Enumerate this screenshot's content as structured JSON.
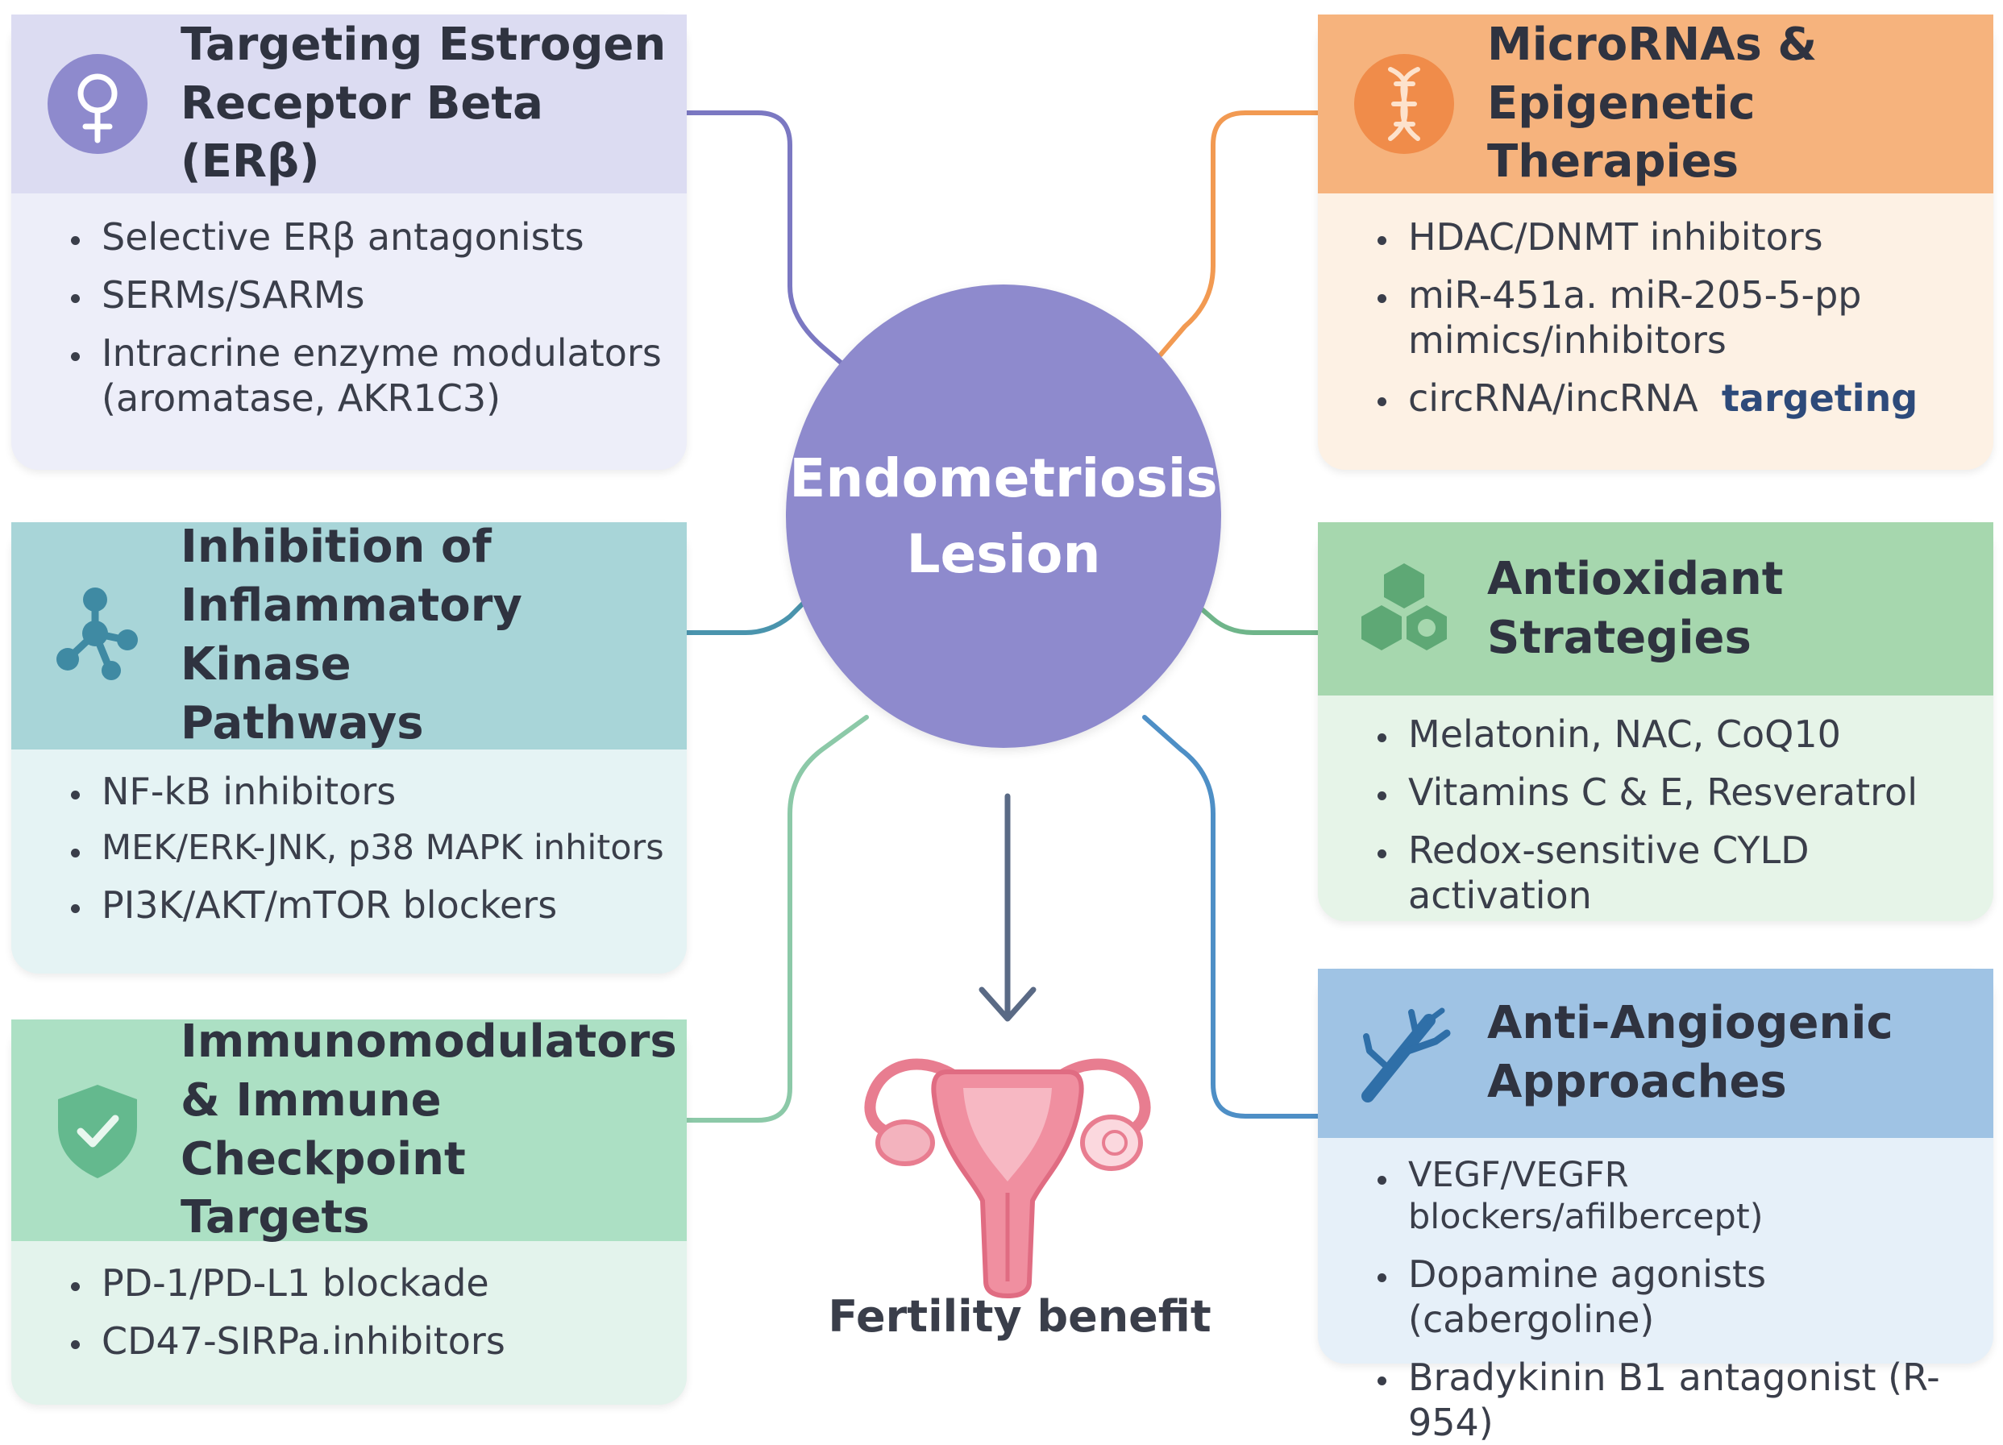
{
  "center": {
    "title": "Endometriosis\nLesion"
  },
  "outcome": {
    "label": "Fertility benefit",
    "icon": "uterus-icon"
  },
  "cards": {
    "estrogen_receptor": {
      "title": "Targeting Estrogen\nReceptor Beta (ERβ)",
      "icon": "female-symbol-icon",
      "items": [
        "Selective ERβ antagonists",
        "SERMs/SARMs",
        "Intracrine enzyme modulators\n(aromatase, AKR1C3)"
      ]
    },
    "micrornas": {
      "title": "MicroRNAs &\nEpigenetic Therapies",
      "icon": "dna-helix-icon",
      "items": [
        "HDAC/DNMT inhibitors",
        "miR-451a. miR-205-5-pp\nmimics/inhibitors",
        "circRNA/incRNA"
      ],
      "last_item_accent": "targeting"
    },
    "kinase": {
      "title": "Inhibition of\nInflammatory Kinase\nPathways",
      "icon": "molecule-network-icon",
      "items": [
        "NF-kB inhibitors",
        "MEK/ERK-JNK, p38 MAPK inhitors",
        "PI3K/AKT/mTOR blockers"
      ]
    },
    "antioxidant": {
      "title": "Antioxidant\nStrategies",
      "icon": "hexagon-cluster-icon",
      "items": [
        "Melatonin, NAC, CoQ10",
        "Vitamins C & E, Resveratrol",
        "Redox-sensitive CYLD activation"
      ]
    },
    "immuno": {
      "title": "Immunomodulators\n& Immune Checkpoint\nTargets",
      "icon": "shield-check-icon",
      "items": [
        "PD-1/PD-L1 blockade",
        "CD47-SIRPa.inhibitors"
      ]
    },
    "angiogenic": {
      "title": "Anti-Angiogenic\nApproaches",
      "icon": "blood-vessel-icon",
      "items": [
        "VEGF/VEGFR blockers/afilbercept)",
        "Dopamine agonists (cabergoline)",
        "Bradykinin B1 antagonist (R-954)"
      ]
    }
  },
  "colors": {
    "hub": "#8e8acd",
    "estrogen_receptor": "#7b78c2",
    "micrornas": "#f29a52",
    "kinase": "#4a94ad",
    "antioxidant": "#6fb58a",
    "immuno": "#8cc9a8",
    "angiogenic": "#4e8fc6",
    "arrow": "#5a6a85",
    "uterus": "#ec8a9a"
  }
}
